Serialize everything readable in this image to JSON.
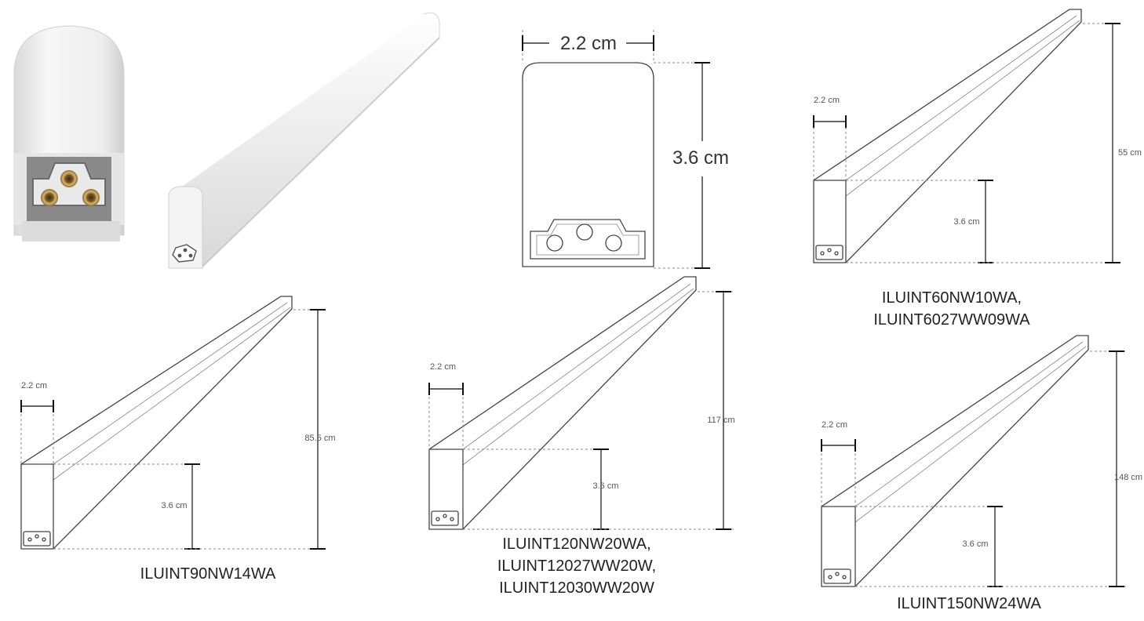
{
  "dimensions": {
    "width_cm": "2.2 cm",
    "height_cm": "3.6 cm"
  },
  "variants": [
    {
      "id": "v60",
      "length_label": "55 cm",
      "models": [
        "ILUINT60NW10WA,",
        "ILUINT6027WW09WA"
      ]
    },
    {
      "id": "v90",
      "length_label": "85.5 cm",
      "models": [
        "ILUINT90NW14WA"
      ]
    },
    {
      "id": "v120",
      "length_label": "117 cm",
      "models": [
        "ILUINT120NW20WA,",
        "ILUINT12027WW20W,",
        "ILUINT12030WW20W"
      ]
    },
    {
      "id": "v150",
      "length_label": "148 cm",
      "models": [
        "ILUINT150NW24WA"
      ]
    }
  ],
  "colors": {
    "product_body": "#f2f2f2",
    "connector": "#7a7a7a",
    "pin": "#c9a35a",
    "line": "#444444"
  }
}
